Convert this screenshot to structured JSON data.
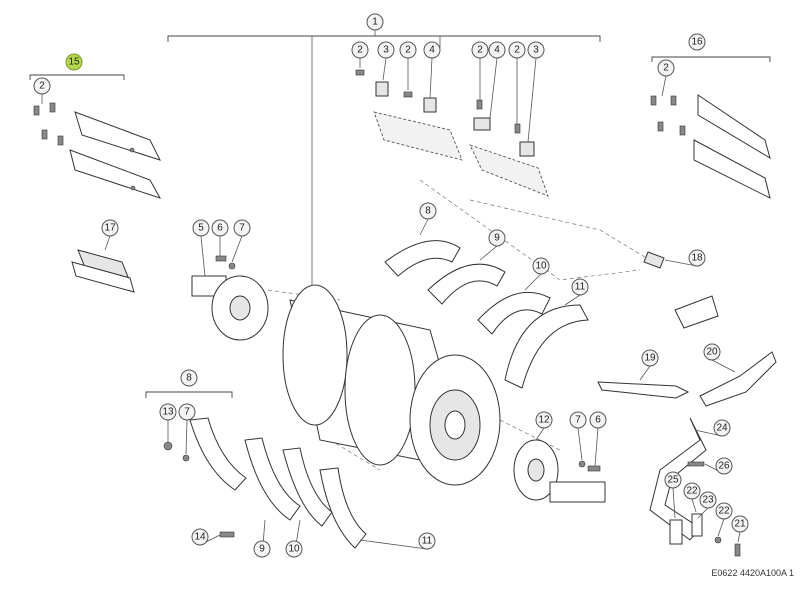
{
  "diagram": {
    "reference_code": "E0622 4420A100A 1",
    "highlight_color": "#b5d84a",
    "callouts": [
      {
        "id": "c1",
        "label": "1"
      },
      {
        "id": "c2a",
        "label": "2"
      },
      {
        "id": "c3a",
        "label": "3"
      },
      {
        "id": "c2b",
        "label": "2"
      },
      {
        "id": "c4a",
        "label": "4"
      },
      {
        "id": "c2c",
        "label": "2"
      },
      {
        "id": "c4b",
        "label": "4"
      },
      {
        "id": "c2d",
        "label": "2"
      },
      {
        "id": "c3b",
        "label": "3"
      },
      {
        "id": "c15",
        "label": "15",
        "highlighted": true
      },
      {
        "id": "c2e",
        "label": "2"
      },
      {
        "id": "c16",
        "label": "16"
      },
      {
        "id": "c2f",
        "label": "2"
      },
      {
        "id": "c17",
        "label": "17"
      },
      {
        "id": "c5",
        "label": "5"
      },
      {
        "id": "c6a",
        "label": "6"
      },
      {
        "id": "c7a",
        "label": "7"
      },
      {
        "id": "c8a",
        "label": "8"
      },
      {
        "id": "c9a",
        "label": "9"
      },
      {
        "id": "c10a",
        "label": "10"
      },
      {
        "id": "c11a",
        "label": "11"
      },
      {
        "id": "c18",
        "label": "18"
      },
      {
        "id": "c19",
        "label": "19"
      },
      {
        "id": "c20",
        "label": "20"
      },
      {
        "id": "c8b",
        "label": "8"
      },
      {
        "id": "c13",
        "label": "13"
      },
      {
        "id": "c7b",
        "label": "7"
      },
      {
        "id": "c12",
        "label": "12"
      },
      {
        "id": "c7c",
        "label": "7"
      },
      {
        "id": "c6b",
        "label": "6"
      },
      {
        "id": "c24",
        "label": "24"
      },
      {
        "id": "c26",
        "label": "26"
      },
      {
        "id": "c25",
        "label": "25"
      },
      {
        "id": "c22a",
        "label": "22"
      },
      {
        "id": "c23",
        "label": "23"
      },
      {
        "id": "c22b",
        "label": "22"
      },
      {
        "id": "c21",
        "label": "21"
      },
      {
        "id": "c14",
        "label": "14"
      },
      {
        "id": "c9b",
        "label": "9"
      },
      {
        "id": "c10b",
        "label": "10"
      },
      {
        "id": "c11b",
        "label": "11"
      }
    ]
  }
}
